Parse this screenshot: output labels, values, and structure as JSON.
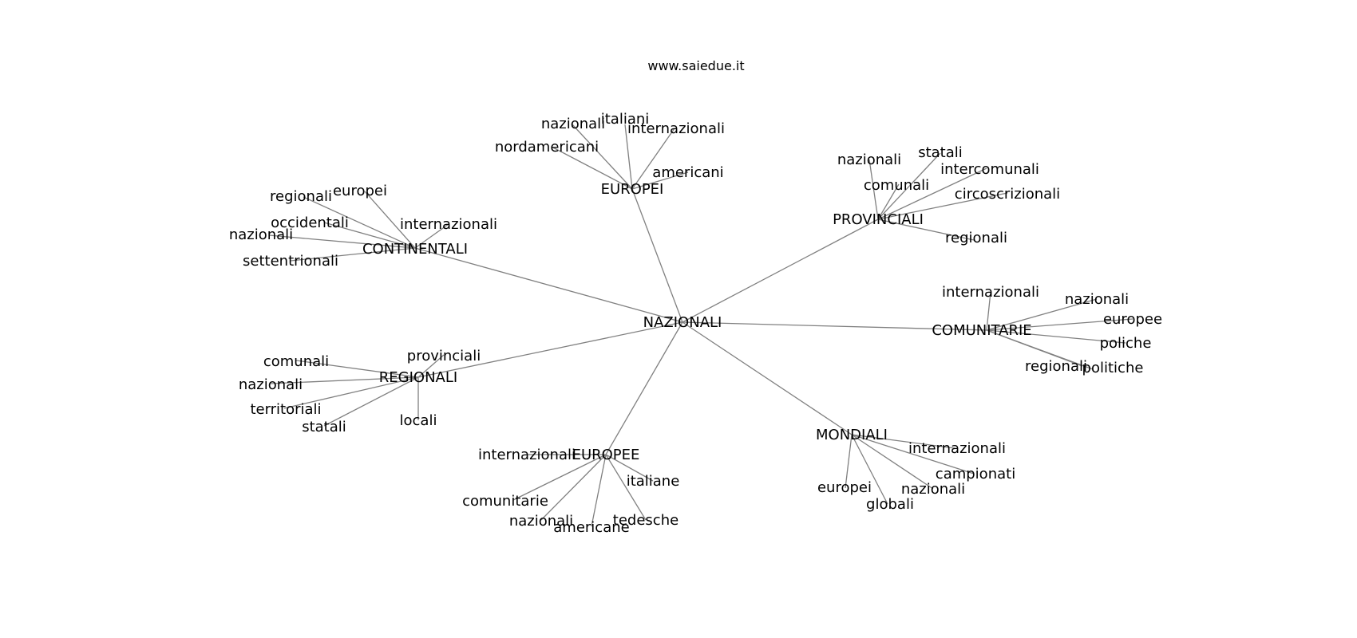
{
  "header": {
    "site": "www.saiedue.it"
  },
  "style": {
    "edge_color": "#808080",
    "text_color": "#000000",
    "background": "#ffffff"
  },
  "graph": {
    "root": "NAZIONALI",
    "hubs": [
      {
        "label": "EUROPEI",
        "leaves": [
          "nazionali",
          "italiani",
          "internazionali",
          "nordamericani",
          "americani"
        ]
      },
      {
        "label": "PROVINCIALI",
        "leaves": [
          "nazionali",
          "statali",
          "comunali",
          "intercomunali",
          "circoscrizionali",
          "regionali"
        ]
      },
      {
        "label": "CONTINENTALI",
        "leaves": [
          "regionali",
          "europei",
          "occidentali",
          "internazionali",
          "nazionali",
          "settentrionali"
        ]
      },
      {
        "label": "COMUNITARIE",
        "leaves": [
          "internazionali",
          "nazionali",
          "europee",
          "poliche",
          "regionali",
          "politiche"
        ]
      },
      {
        "label": "REGIONALI",
        "leaves": [
          "provinciali",
          "comunali",
          "nazionali",
          "territoriali",
          "statali",
          "locali"
        ]
      },
      {
        "label": "EUROPEE",
        "leaves": [
          "internazionali",
          "italiane",
          "comunitarie",
          "nazionali",
          "americane",
          "tedesche"
        ]
      },
      {
        "label": "MONDIALI",
        "leaves": [
          "internazionali",
          "campionati",
          "europei",
          "nazionali",
          "globali"
        ]
      }
    ]
  }
}
